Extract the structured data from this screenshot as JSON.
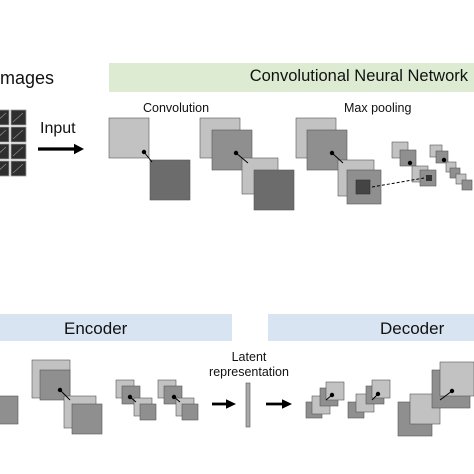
{
  "labels": {
    "images": "mages",
    "input": "Input",
    "cnn_title": "Convolutional Neural Network",
    "convolution": "Convolution",
    "max_pooling": "Max pooling",
    "encoder": "Encoder",
    "decoder": "Decoder",
    "latent_line1": "Latent",
    "latent_line2": "representation"
  },
  "colors": {
    "cnn_banner": "#dcebd2",
    "autoencoder_banner": "#d8e4f1",
    "square_light": "#c2c2c2",
    "square_mid": "#8f8f8f",
    "square_dark": "#6c6c6c",
    "outline": "#ffffff"
  },
  "icons": {
    "input_arrow": "right-arrow-icon",
    "image_stack": "image-thumbnail-grid"
  }
}
